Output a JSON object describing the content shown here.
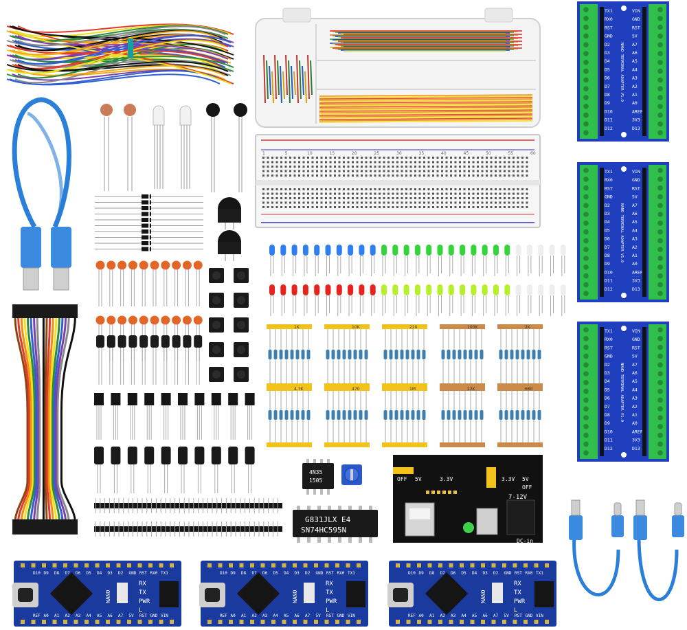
{
  "kit": {
    "nano_terminal_adapters": [
      {
        "left_pins": [
          "TX1",
          "RX0",
          "RST",
          "GND",
          "D2",
          "D3",
          "D4",
          "D5",
          "D6",
          "D7",
          "D8",
          "D9",
          "D10",
          "D11",
          "D12"
        ],
        "right_pins": [
          "VIN",
          "GND",
          "RST",
          "5V",
          "A7",
          "A6",
          "A5",
          "A4",
          "A3",
          "A2",
          "A1",
          "A0",
          "AREF",
          "3V3",
          "D13"
        ],
        "board_text": "NANO TERMINAL ADAPTER V1.0"
      },
      {
        "left_pins": [
          "TX1",
          "RX0",
          "RST",
          "GND",
          "D2",
          "D3",
          "D4",
          "D5",
          "D6",
          "D7",
          "D8",
          "D9",
          "D10",
          "D11",
          "D12"
        ],
        "right_pins": [
          "VIN",
          "GND",
          "RST",
          "5V",
          "A7",
          "A6",
          "A5",
          "A4",
          "A3",
          "A2",
          "A1",
          "A0",
          "AREF",
          "3V3",
          "D13"
        ],
        "board_text": "NANO TERMINAL ADAPTER V1.0"
      },
      {
        "left_pins": [
          "TX1",
          "RX0",
          "RST",
          "GND",
          "D2",
          "D3",
          "D4",
          "D5",
          "D6",
          "D7",
          "D8",
          "D9",
          "D10",
          "D11",
          "D12"
        ],
        "right_pins": [
          "VIN",
          "GND",
          "RST",
          "5V",
          "A7",
          "A6",
          "A5",
          "A4",
          "A3",
          "A2",
          "A1",
          "A0",
          "AREF",
          "3V3",
          "D13"
        ],
        "board_text": "NANO TERMINAL ADAPTER V1.0"
      }
    ],
    "nano_boards": {
      "top_pins": [
        "D10",
        "D9",
        "D8",
        "D7",
        "D6",
        "D5",
        "D4",
        "D3",
        "D2",
        "GND",
        "RST",
        "RX0",
        "TX1"
      ],
      "bottom_pins": [
        "REF",
        "A0",
        "A1",
        "A2",
        "A3",
        "A4",
        "A5",
        "A6",
        "A7",
        "5V",
        "RST",
        "GND",
        "VIN"
      ],
      "side_labels": [
        "RX",
        "TX",
        "PWR",
        "L"
      ],
      "name": "NANO"
    },
    "chips": {
      "dip16_line1": "G831JLX E4",
      "dip16_line2": "SN74HC595N",
      "dip8_line1": "4N35",
      "dip8_line2": "1505"
    },
    "power_module": {
      "off_left": "OFF",
      "v5_left": "5V",
      "v33_left": "3.3V",
      "v33_right": "3.3V",
      "off_right": "OFF",
      "v5_right": "5V",
      "input": "7-12V",
      "dc": "DC-in"
    },
    "breadboard_numbers": [
      "1",
      "5",
      "10",
      "15",
      "20",
      "25",
      "30",
      "35",
      "40",
      "45",
      "50",
      "55",
      "60"
    ],
    "resistor_labels": [
      "1K",
      "10K",
      "220",
      "100K",
      "2K",
      "4.7K",
      "470",
      "1M",
      "22K",
      "680"
    ],
    "colors": {
      "adapter_blue": "#1f3fbf",
      "terminal_green": "#2fbf4a",
      "nano_blue": "#1b3a9e",
      "cable_blue": "#2a7fd8",
      "led_blue": "#2f7ff0",
      "led_red": "#e8221f",
      "led_green": "#35d43a",
      "led_yellowgreen": "#b6f02a",
      "led_white": "#eeeeee"
    }
  }
}
